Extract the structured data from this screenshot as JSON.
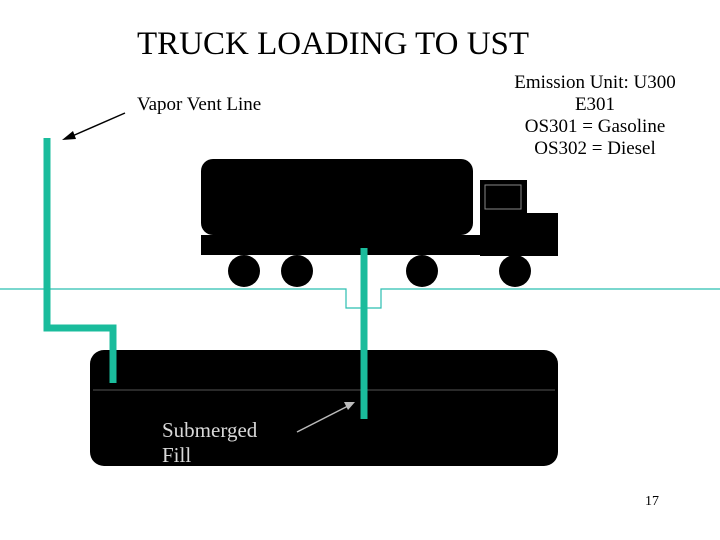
{
  "slide": {
    "title": "TRUCK LOADING TO UST",
    "vent_label": "Vapor Vent Line",
    "emission": {
      "line1": "Emission Unit: U300",
      "line2": "E301",
      "line3": "OS301 = Gasoline",
      "line4": "OS302 = Diesel"
    },
    "fill_label_line1": "Submerged",
    "fill_label_line2": "Fill",
    "page_number": "17"
  },
  "colors": {
    "pipe": "#1abc9c",
    "ground_line": "#2bbfb0",
    "tank": "#000000",
    "tank_edge": "#555555",
    "label_on_tank": "#d9d9d9",
    "arrow": "#000000",
    "arrow_on_tank": "#bbbbbb"
  }
}
